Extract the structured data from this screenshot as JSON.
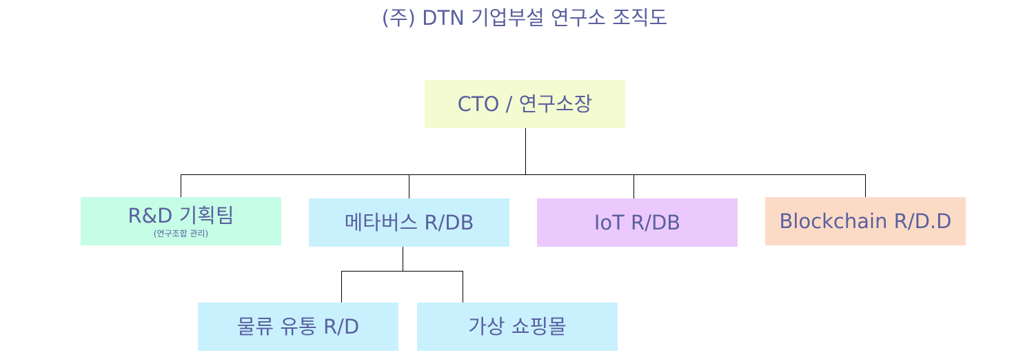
{
  "title": "(주) DTN 기업부설 연구소 조직도",
  "nodes": {
    "cto": {
      "label": "CTO / 연구소장"
    },
    "rnd": {
      "label": "R&D 기획팀",
      "sub": "(연구조합 관리)"
    },
    "metaverse": {
      "label": "메타버스 R/DB"
    },
    "iot": {
      "label": "IoT R/DB"
    },
    "blockchain": {
      "label": "Blockchain R/D.D"
    },
    "logistics": {
      "label": "물류 유통 R/D"
    },
    "mall": {
      "label": "가상 쇼핑몰"
    }
  },
  "colors": {
    "text": "#5a5f9e",
    "line": "#000000",
    "cto": "#f4fbd0",
    "rnd": "#c6fde6",
    "metaverse": "#c8f1fd",
    "iot": "#ebc9fd",
    "blockchain": "#fcdbc6",
    "logistics": "#c8f1fd",
    "mall": "#c8f1fd"
  }
}
